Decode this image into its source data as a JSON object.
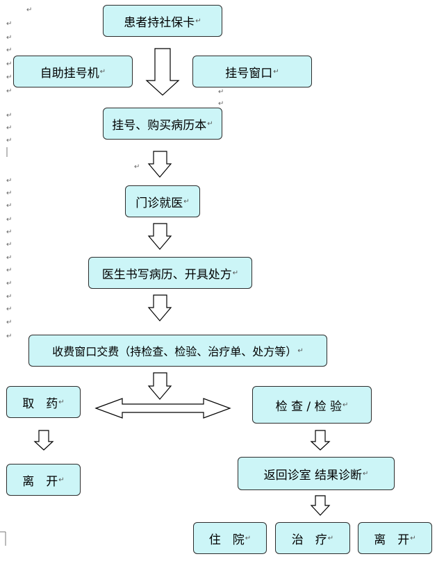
{
  "colors": {
    "box_fill": "#ccf5f7",
    "box_border": "#2b2b2b"
  },
  "nodes": {
    "card": "患者持社保卡",
    "self_reg": "自助挂号机",
    "reg_window": "挂号窗口",
    "register": "挂号、购买病历本",
    "clinic": "门诊就医",
    "doctor": "医生书写病历、开具处方",
    "payment": "收费窗口交费（持检查、检验、治疗单、处方等）",
    "medicine": "取　药",
    "exam": "检 查 / 检 验",
    "leave_left": "离　开",
    "return": "返回诊室 结果诊断",
    "hospital": "住　院",
    "treatment": "治　疗",
    "leave_right": "离　开"
  },
  "para_mark": "↵"
}
